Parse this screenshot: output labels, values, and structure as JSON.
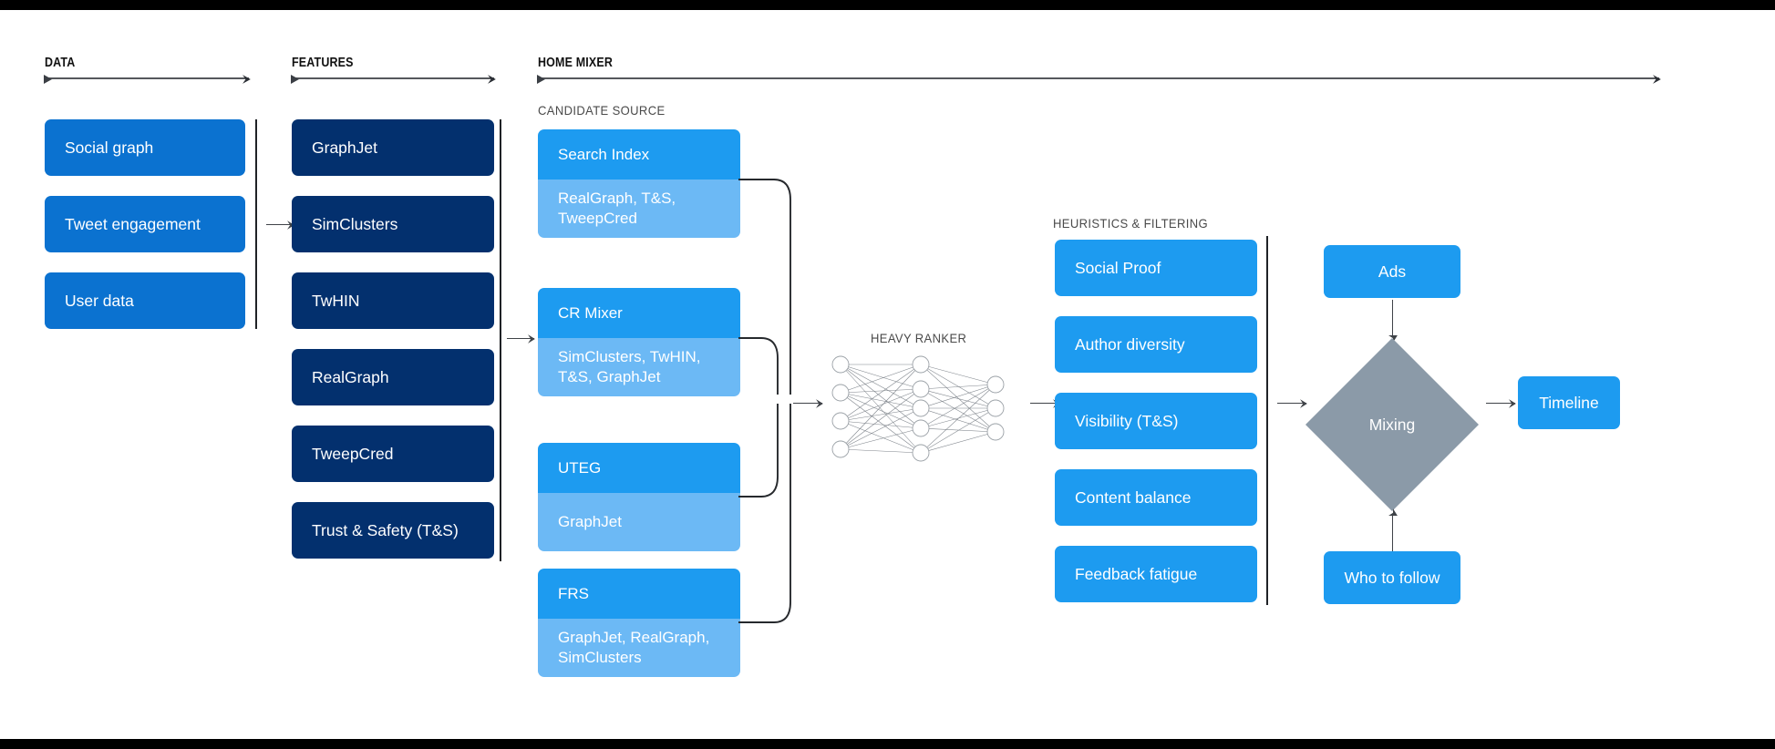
{
  "sections": {
    "data": {
      "label": "DATA"
    },
    "features": {
      "label": "FEATURES"
    },
    "home_mixer": {
      "label": "HOME MIXER"
    },
    "candidate_source": {
      "label": "CANDIDATE SOURCE"
    },
    "heavy_ranker": {
      "label": "HEAVY RANKER"
    },
    "heuristics": {
      "label": "HEURISTICS & FILTERING"
    }
  },
  "data_column": {
    "items": [
      {
        "label": "Social graph"
      },
      {
        "label": "Tweet engagement"
      },
      {
        "label": "User data"
      }
    ]
  },
  "features_column": {
    "items": [
      {
        "label": "GraphJet"
      },
      {
        "label": "SimClusters"
      },
      {
        "label": "TwHIN"
      },
      {
        "label": "RealGraph"
      },
      {
        "label": "TweepCred"
      },
      {
        "label": "Trust & Safety (T&S)"
      }
    ]
  },
  "candidate_sources": [
    {
      "title": "Search Index",
      "features": "RealGraph, T&S, TweepCred"
    },
    {
      "title": "CR Mixer",
      "features": "SimClusters, TwHIN, T&S, GraphJet"
    },
    {
      "title": "UTEG",
      "features": "GraphJet"
    },
    {
      "title": "FRS",
      "features": "GraphJet, RealGraph, SimClusters"
    }
  ],
  "heuristics_column": {
    "items": [
      {
        "label": "Social Proof"
      },
      {
        "label": "Author diversity"
      },
      {
        "label": "Visibility (T&S)"
      },
      {
        "label": "Content balance"
      },
      {
        "label": "Feedback fatigue"
      }
    ]
  },
  "mixing_stage": {
    "ads": "Ads",
    "mixing": "Mixing",
    "who_to_follow": "Who to follow",
    "timeline": "Timeline"
  },
  "neural_net": {
    "layers": [
      4,
      5,
      3
    ],
    "node_fill": "#ffffff",
    "node_stroke": "#9aa0a6",
    "edge_color": "#70767c"
  },
  "colors": {
    "medium_blue": "#0b72d0",
    "navy": "#03306e",
    "bright_blue": "#1d9bf0",
    "light_blue": "#6cb9f5",
    "slate": "#8b9aa8",
    "line": "#3f4348",
    "letterbox": "#000000"
  }
}
